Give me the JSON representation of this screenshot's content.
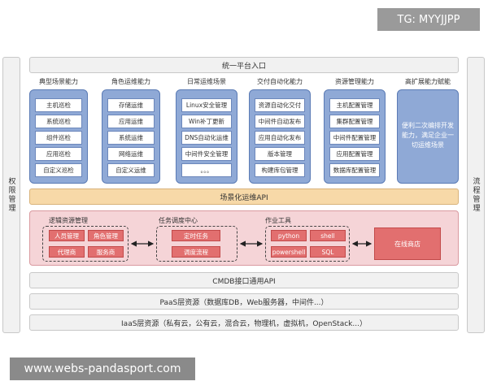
{
  "side_left": "权限管理",
  "side_right": "流程管理",
  "top_bar": "统一平台入口",
  "categories": [
    {
      "title": "典型场景能力",
      "items": [
        "主机巡检",
        "系统巡检",
        "组件巡检",
        "应用巡检",
        "自定义巡检"
      ]
    },
    {
      "title": "角色运维能力",
      "items": [
        "存储运维",
        "应用运维",
        "系统运维",
        "网络运维",
        "自定义运维"
      ]
    },
    {
      "title": "日常运维场景",
      "items": [
        "Linux安全管理",
        "Win补丁更新",
        "DNS自动化运维",
        "中间件安全管理",
        "。。。"
      ]
    },
    {
      "title": "交付自动化能力",
      "items": [
        "资源自动化交付",
        "中间件自动发布",
        "应用自动化发布",
        "版本管理",
        "构建库包管理"
      ]
    },
    {
      "title": "资源管理能力",
      "items": [
        "主机配置管理",
        "集群配置管理",
        "中间件配置管理",
        "应用配置管理",
        "数据库配置管理"
      ]
    }
  ],
  "extension": {
    "title": "高扩展能力赋能",
    "text": "便利二次编排开发能力，满足企业一切运维场景"
  },
  "scenario_api": "场景化运维API",
  "logic": {
    "title": "逻辑资源管理",
    "items": [
      "人员管理",
      "角色管理",
      "代理商",
      "服务商"
    ]
  },
  "scheduler": {
    "title": "任务调度中心",
    "items": [
      "定时任务",
      "调度流程"
    ]
  },
  "tools": {
    "title": "作业工具",
    "items": [
      "python",
      "shell",
      "powershell",
      "SQL"
    ]
  },
  "store": "在线商店",
  "cmdb": "CMDB接口通用API",
  "paas": "PaaS层资源（数据库DB，Web服务器，中间件...）",
  "iaas": "IaaS层资源（私有云，公有云，混合云，物理机，虚拟机，OpenStack...）",
  "watermark_top": "TG: MYYJJPP",
  "watermark_bottom": "www.webs-pandasport.com",
  "colors": {
    "blue": "#8fa9d6",
    "orange": "#f7d9a8",
    "pink": "#f5d4d7",
    "red": "#e26f6f",
    "gray": "#f1f1f1"
  }
}
